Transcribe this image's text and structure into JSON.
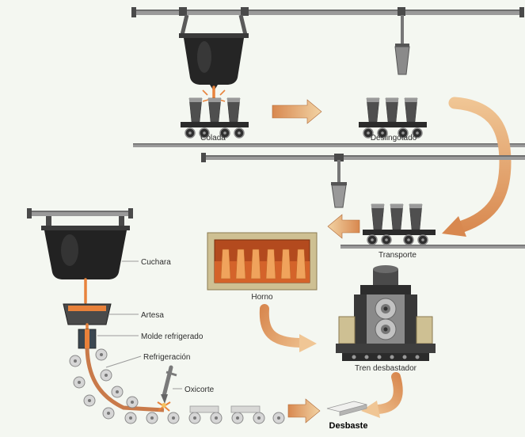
{
  "diagram": {
    "type": "process-flow",
    "labels": {
      "colada": "Colada",
      "deslingotado": "Deslingotado",
      "transporte": "Transporte",
      "horno": "Horno",
      "tren_desbastador": "Tren desbastador",
      "cuchara": "Cuchara",
      "artesa": "Artesa",
      "molde_refrigerado": "Molde refrigerado",
      "refrigeracion": "Refrigeración",
      "oxicorte": "Oxicorte",
      "desbaste": "Desbaste"
    },
    "flow": [
      {
        "from": "Colada",
        "to": "Deslingotado"
      },
      {
        "from": "Deslingotado",
        "to": "Transporte"
      },
      {
        "from": "Transporte",
        "to": "Horno"
      },
      {
        "from": "Horno",
        "to": "Tren desbastador"
      },
      {
        "from": "Tren desbastador",
        "to": "Desbaste"
      },
      {
        "from": "Cuchara",
        "to": "Artesa"
      },
      {
        "from": "Artesa",
        "to": "Molde refrigerado"
      },
      {
        "from": "Molde refrigerado",
        "to": "Refrigeración"
      },
      {
        "from": "Refrigeración",
        "to": "Oxicorte"
      },
      {
        "from": "Oxicorte",
        "to": "Desbaste"
      }
    ],
    "colors": {
      "background": "#f4f7f1",
      "arrow_dark": "#d8884f",
      "arrow_light": "#f2d3a4",
      "furnace_interior": "#b34a1e",
      "furnace_glow": "#d4632a",
      "hot_metal": "#e8833c",
      "machine_dark": "#2b2b2b",
      "casing_beige": "#cec093"
    }
  }
}
